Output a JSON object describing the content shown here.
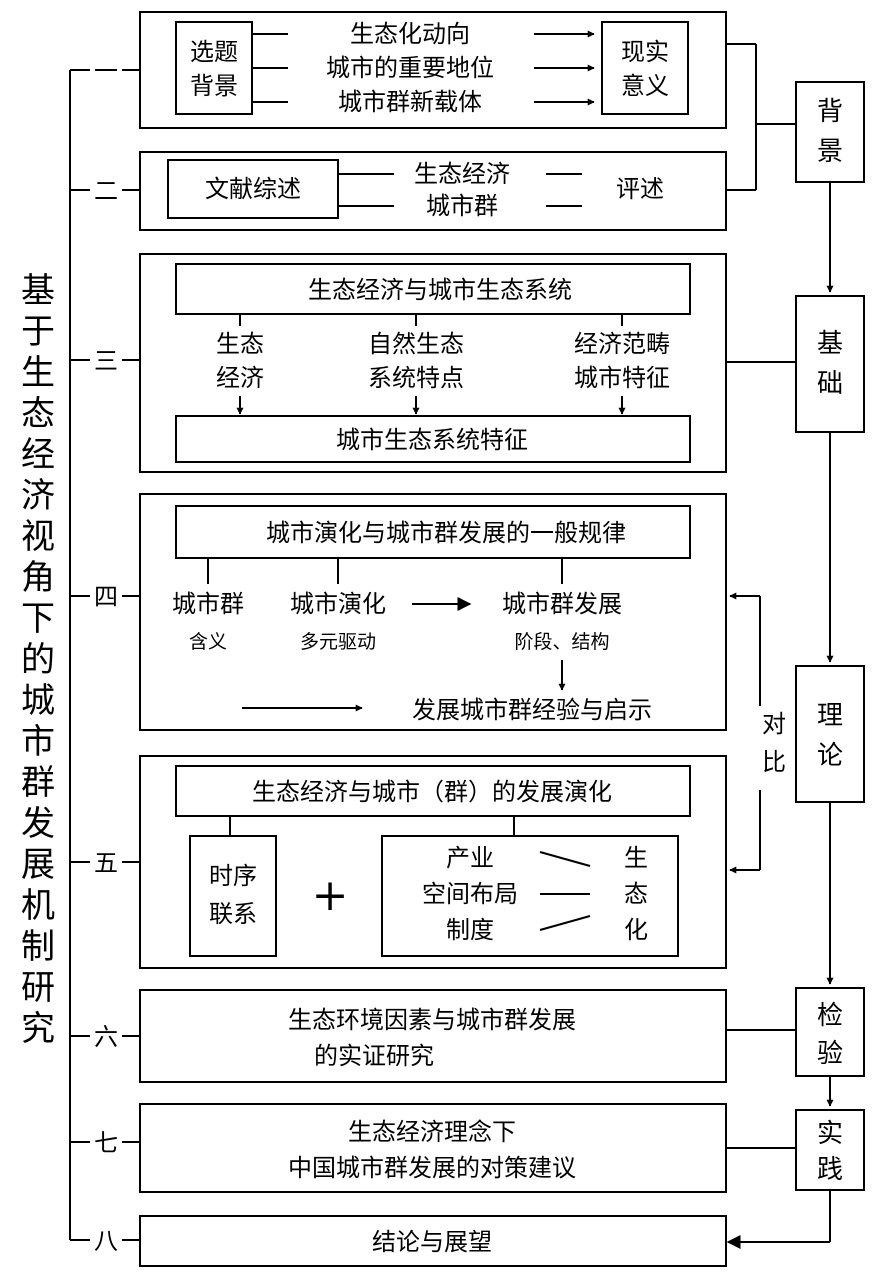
{
  "left_title": [
    "基",
    "于",
    "生",
    "态",
    "经",
    "济",
    "视",
    "角",
    "下",
    "的",
    "城",
    "市",
    "群",
    "发",
    "展",
    "机",
    "制",
    "研",
    "究"
  ],
  "chapter_labels": [
    "一",
    "二",
    "三",
    "四",
    "五",
    "六",
    "七",
    "八"
  ],
  "ch1": {
    "left_lines": [
      "选题",
      "背景"
    ],
    "items": [
      "生态化动向",
      "城市的重要地位",
      "城市群新载体"
    ],
    "right_lines": [
      "现实",
      "意义"
    ]
  },
  "ch2": {
    "left": "文献综述",
    "items": [
      "生态经济",
      "城市群"
    ],
    "right": "评述"
  },
  "ch3": {
    "top": "生态经济与城市生态系统",
    "col1": [
      "生态",
      "经济"
    ],
    "col2": [
      "自然生态",
      "系统特点"
    ],
    "col3": [
      "经济范畴",
      "城市特征"
    ],
    "bottom": "城市生态系统特征"
  },
  "ch4": {
    "top": "城市演化与城市群发展的一般规律",
    "n1": "城市群",
    "n1_sub": "含义",
    "n2": "城市演化",
    "n2_sub": "多元驱动",
    "n3": "城市群发展",
    "n3_sub": "阶段、结构",
    "bottom": "发展城市群经验与启示"
  },
  "ch5": {
    "top": "生态经济与城市（群）的发展演化",
    "left_lines": [
      "时序",
      "联系"
    ],
    "plus": "+",
    "items": [
      "产业",
      "空间布局",
      "制度"
    ],
    "right_chars": [
      "生",
      "态",
      "化"
    ]
  },
  "ch6": {
    "lines": [
      "生态环境因素与城市群发展",
      "的实证研究"
    ]
  },
  "ch7": {
    "lines": [
      "生态经济理念下",
      "中国城市群发展的对策建议"
    ]
  },
  "ch8": {
    "text": "结论与展望"
  },
  "side": {
    "background": [
      "背",
      "景"
    ],
    "foundation": [
      "基",
      "础"
    ],
    "theory": [
      "理",
      "论"
    ],
    "test": [
      "检",
      "验"
    ],
    "practice": [
      "实",
      "践"
    ],
    "compare": [
      "对",
      "比"
    ]
  }
}
